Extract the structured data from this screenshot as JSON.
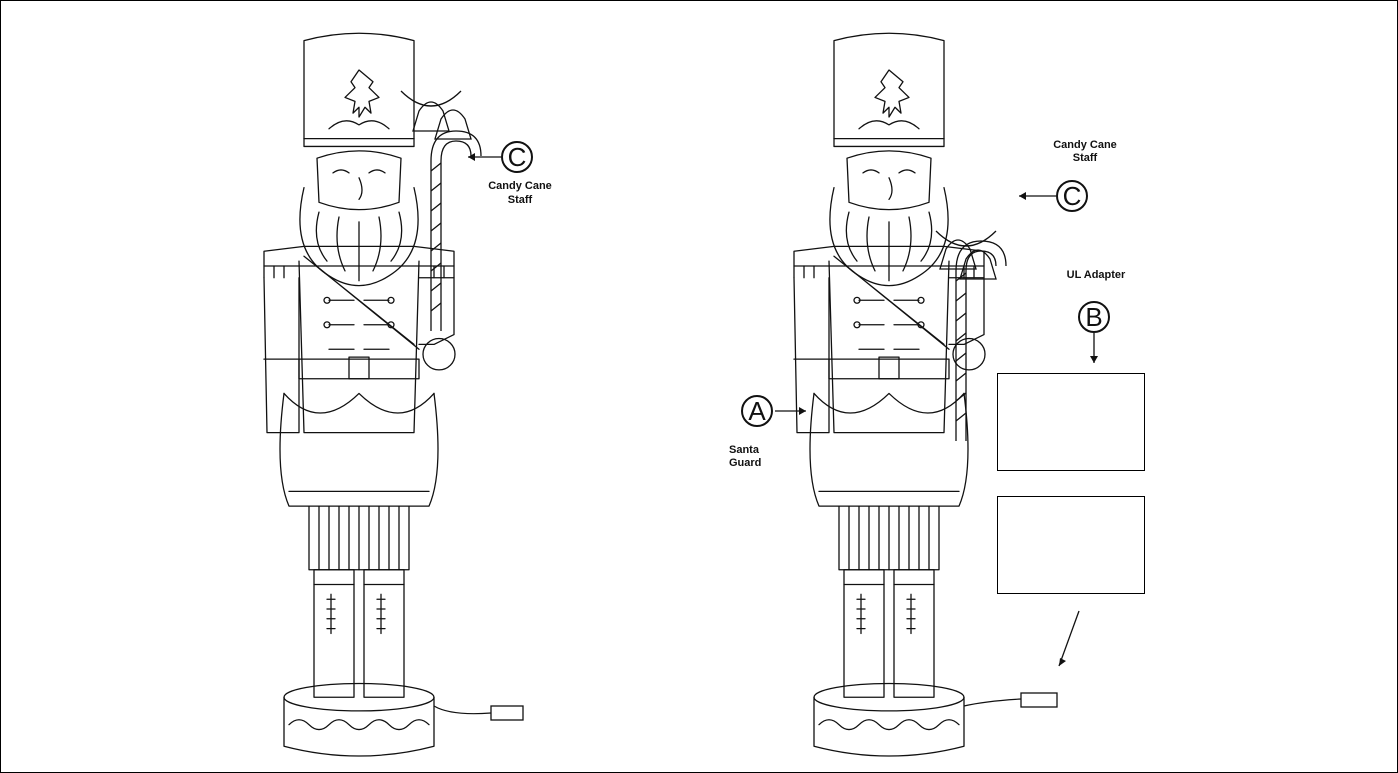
{
  "figure_left": {
    "callout_c": {
      "letter": "C",
      "label": "Candy Cane Staff"
    }
  },
  "figure_right": {
    "callout_a": {
      "letter": "A",
      "label_line1": "Santa",
      "label_line2": "Guard"
    },
    "callout_b": {
      "letter": "B",
      "label": "UL Adapter"
    },
    "callout_c": {
      "letter": "C",
      "label_line1": "Candy Cane",
      "label_line2": "Staff"
    }
  },
  "colors": {
    "line": "#111111",
    "background": "#ffffff",
    "border": "#000000"
  }
}
